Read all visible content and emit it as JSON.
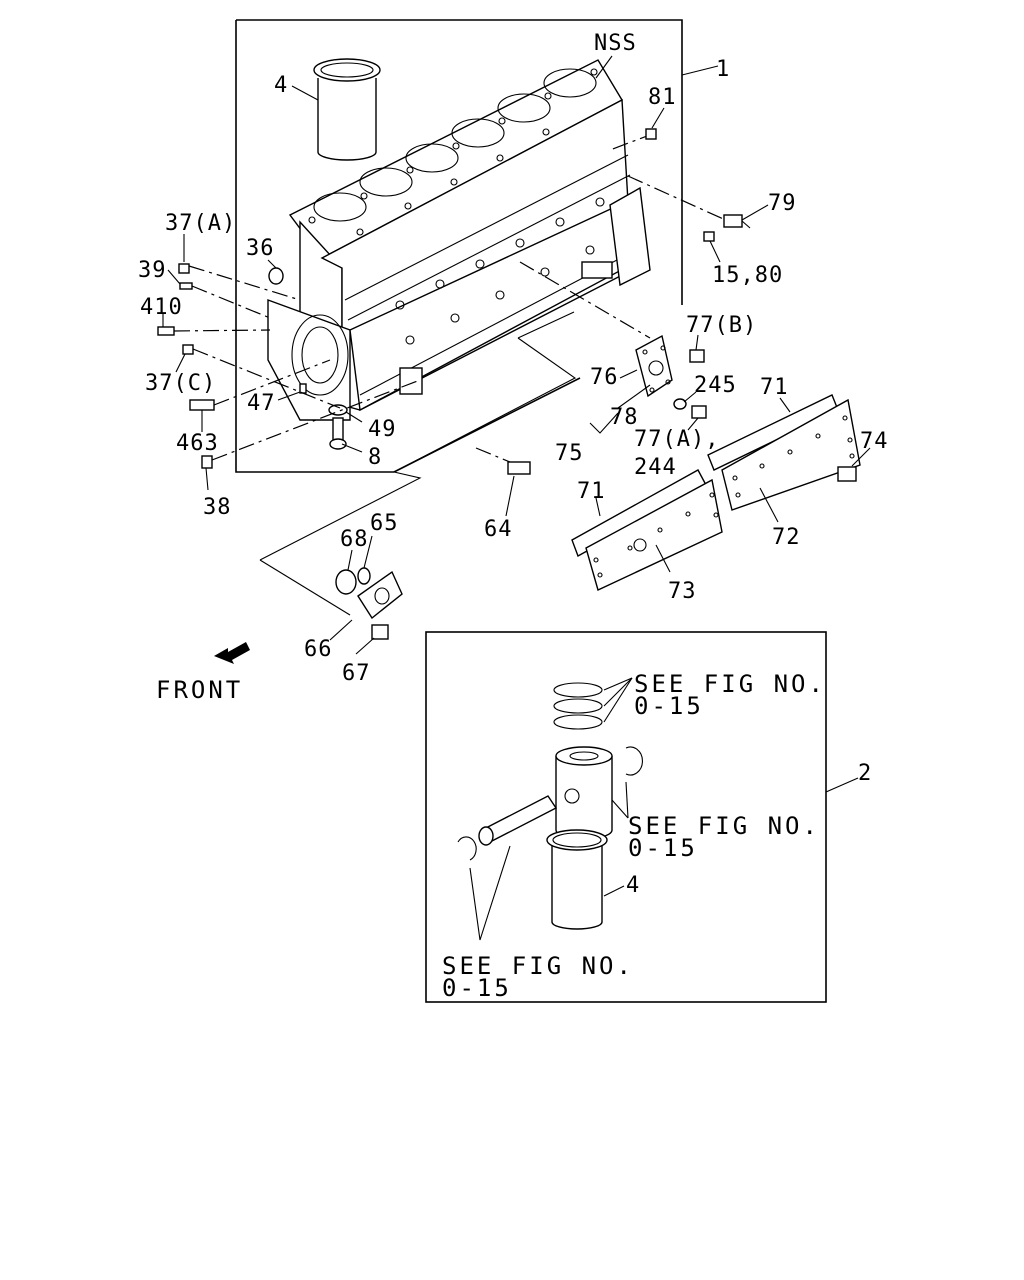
{
  "labels": {
    "nss": "NSS",
    "ref1": "1",
    "ref2": "2",
    "ref4_top": "4",
    "ref4_bottom": "4",
    "ref81": "81",
    "ref79": "79",
    "ref15_80": "15,80",
    "ref37a": "37(A)",
    "ref39": "39",
    "ref410": "410",
    "ref37c": "37(C)",
    "ref36": "36",
    "ref47": "47",
    "ref463": "463",
    "ref38": "38",
    "ref49": "49",
    "ref8": "8",
    "ref77b": "77(B)",
    "ref76": "76",
    "ref245": "245",
    "ref78": "78",
    "ref75": "75",
    "ref77a": "77(A),",
    "ref244": "244",
    "ref71_top": "71",
    "ref71_bottom": "71",
    "ref74": "74",
    "ref72": "72",
    "ref73": "73",
    "ref64": "64",
    "ref68": "68",
    "ref65": "65",
    "ref66": "66",
    "ref67": "67",
    "front": "FRONT"
  },
  "notes": [
    {
      "line1": "SEE FIG NO.",
      "line2": "0-15"
    },
    {
      "line1": "SEE FIG NO.",
      "line2": "0-15"
    },
    {
      "line1": "SEE FIG NO.",
      "line2": "0-15"
    }
  ]
}
